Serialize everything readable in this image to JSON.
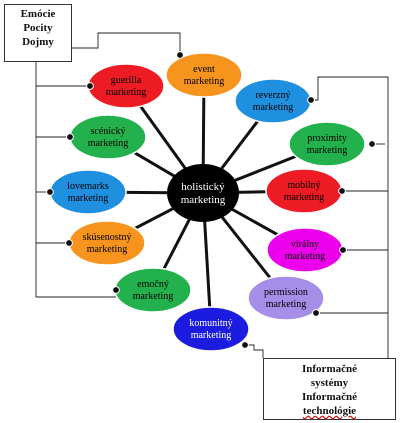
{
  "center": {
    "label": [
      "holistický",
      "marketing"
    ],
    "color": "#000000",
    "text_color": "#ffffff"
  },
  "nodes": [
    {
      "id": "event",
      "label": [
        "event",
        "marketing"
      ],
      "color": "#f7941d",
      "text": "#000000"
    },
    {
      "id": "reverzny",
      "label": [
        "reverzný",
        "marketing"
      ],
      "color": "#1f8fe0",
      "text": "#000000"
    },
    {
      "id": "proximity",
      "label": [
        "proximity",
        "marketing"
      ],
      "color": "#22b14c",
      "text": "#000000"
    },
    {
      "id": "mobilny",
      "label": [
        "mobilný",
        "marketing"
      ],
      "color": "#ed1c24",
      "text": "#000000"
    },
    {
      "id": "viralny",
      "label": [
        "virálny",
        "marketing"
      ],
      "color": "#ec00ec",
      "text": "#000000"
    },
    {
      "id": "permission",
      "label": [
        "permission",
        "marketing"
      ],
      "color": "#a58ee8",
      "text": "#000000"
    },
    {
      "id": "komunitny",
      "label": [
        "komunitný",
        "marketing"
      ],
      "color": "#1c1ce0",
      "text": "#ffffff"
    },
    {
      "id": "emocny",
      "label": [
        "emočný",
        "marketing"
      ],
      "color": "#22b14c",
      "text": "#000000"
    },
    {
      "id": "skusenostny",
      "label": [
        "skúsenostný",
        "marketing"
      ],
      "color": "#f7941d",
      "text": "#000000"
    },
    {
      "id": "lovemarks",
      "label": [
        "lovemarks",
        "marketing"
      ],
      "color": "#1f8fe0",
      "text": "#000000"
    },
    {
      "id": "scenicky",
      "label": [
        "scénický",
        "marketing"
      ],
      "color": "#22b14c",
      "text": "#000000"
    },
    {
      "id": "guerilla",
      "label": [
        "guerilla",
        "marketing"
      ],
      "color": "#ed1c24",
      "text": "#000000"
    }
  ],
  "box_top": {
    "lines": [
      "Emócie",
      "Pocity",
      "Dojmy"
    ]
  },
  "box_bottom": {
    "lines": [
      "Informačné",
      "systémy",
      "Informačné",
      "technológie"
    ]
  }
}
